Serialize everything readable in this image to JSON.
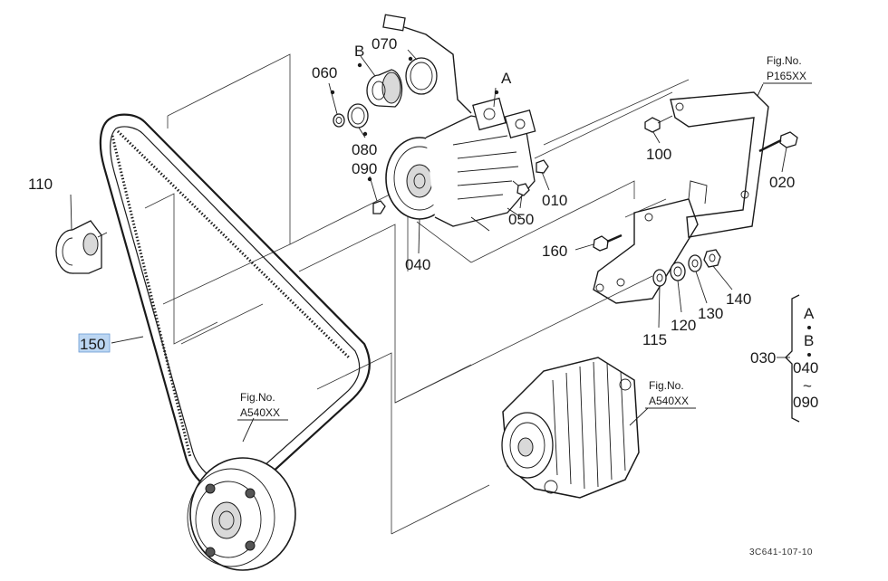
{
  "parts": {
    "p110": "110",
    "p150": "150",
    "p060": "060",
    "p070": "070",
    "p080": "080",
    "p090": "090",
    "p040": "040",
    "p050": "050",
    "p010": "010",
    "p100": "100",
    "p020": "020",
    "p160": "160",
    "p115": "115",
    "p120": "120",
    "p130": "130",
    "p140": "140",
    "p030": "030"
  },
  "markers": {
    "a": "A",
    "b": "B"
  },
  "figure_refs": {
    "bracket_fig_label": "Fig.No.",
    "bracket_fig_no": "P165XX",
    "pulley_fig_label": "Fig.No.",
    "pulley_fig_no": "A540XX",
    "alternator_fig_label": "Fig.No.",
    "alternator_fig_no": "A540XX"
  },
  "set_030": {
    "item1": "A",
    "item2": "B",
    "item3": "040",
    "tilde": "~",
    "item4": "090"
  },
  "drawing_code": "3C641-107-10",
  "highlight_color": "#bcd6f2"
}
